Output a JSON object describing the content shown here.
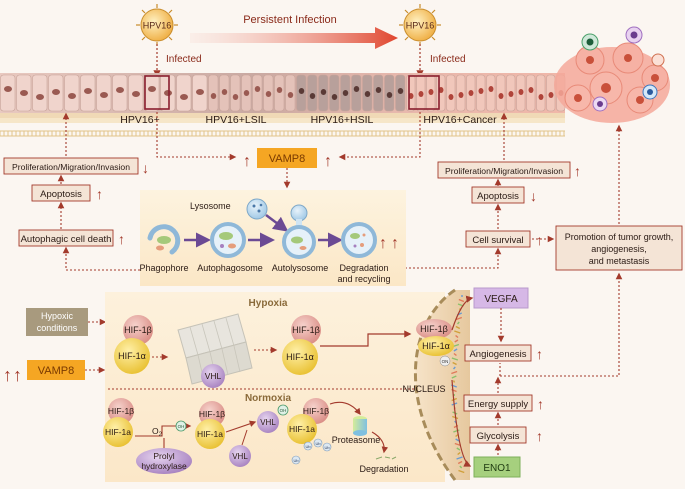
{
  "top": {
    "virus_left": "HPV16",
    "virus_right": "HPV16",
    "persistent": "Persistent Infection",
    "infected_left": "Infected",
    "infected_right": "Infected"
  },
  "stages": [
    "HPV16+",
    "HPV16+LSIL",
    "HPV16+HSIL",
    "HPV16+Cancer"
  ],
  "vamp8": "VAMP8",
  "left_chain": {
    "proliferation": "Proliferation/Migration/Invasion",
    "apoptosis": "Apoptosis",
    "autophagic": "Autophagic cell death"
  },
  "right_chain": {
    "proliferation": "Proliferation/Migration/Invasion",
    "apoptosis": "Apoptosis",
    "survival": "Cell survival"
  },
  "promotion": [
    "Promotion of tumor growth,",
    "angiogenesis,",
    "and metastasis"
  ],
  "autophagy": {
    "lysosome": "Lysosome",
    "phagophore": "Phagophore",
    "autophagosome": "Autophagosome",
    "autolysosome": "Autolysosome",
    "degradation": [
      "Degradation",
      "and recycling"
    ]
  },
  "hypoxia": {
    "title": "Hypoxia",
    "conditions": [
      "Hypoxic",
      "conditions"
    ],
    "hif1b": "HIF-1β",
    "hif1a": "HIF-1α",
    "vhl": "VHL",
    "hif1b_right": "HIF-1β",
    "hif1a_right": "HIF-1α"
  },
  "normoxia": {
    "title": "Normoxia",
    "hif1b": "HIF-1β",
    "hif1a": "HIF-1a",
    "o2": "O",
    "o2_sub": "2",
    "oh": "OH",
    "hif1b_2": "HIF-1β",
    "hif1a_2": "HIF-1a",
    "prolyl": [
      "Prolyl",
      "hydroxylase"
    ],
    "vhl_a": "VHL",
    "vhl_b": "VHL",
    "hif1b_3": "HIF-1β",
    "hif1a_3": "HIF-1a",
    "oh_3": "OH",
    "ub": "Ub",
    "proteasome": "Proteasome",
    "degradation": "Degradation"
  },
  "nucleus": {
    "label": "NUCLEUS",
    "hif1b": "HIF-1β",
    "hif1a": "HIF-1α",
    "on": "ON"
  },
  "targets": {
    "vegfa": "VEGFA",
    "angiogenesis": "Angiogenesis",
    "energy": "Energy supply",
    "glycolysis": "Glycolysis",
    "eno1": "ENO1"
  },
  "up_arrow": "↑",
  "down_arrow": "↓",
  "colors": {
    "box_border": "#a33a2c",
    "box_fill": "#f4e4d6",
    "vamp8": "#f5a623",
    "hif1b": "#e8aaa3",
    "hif1a": "#f2d35b",
    "vhl": "#b99ac8",
    "eno1": "#a6d07e",
    "vegfa": "#d6b8e6",
    "purple_arrow": "#6b4a94",
    "dotted": "#a33a2c"
  }
}
